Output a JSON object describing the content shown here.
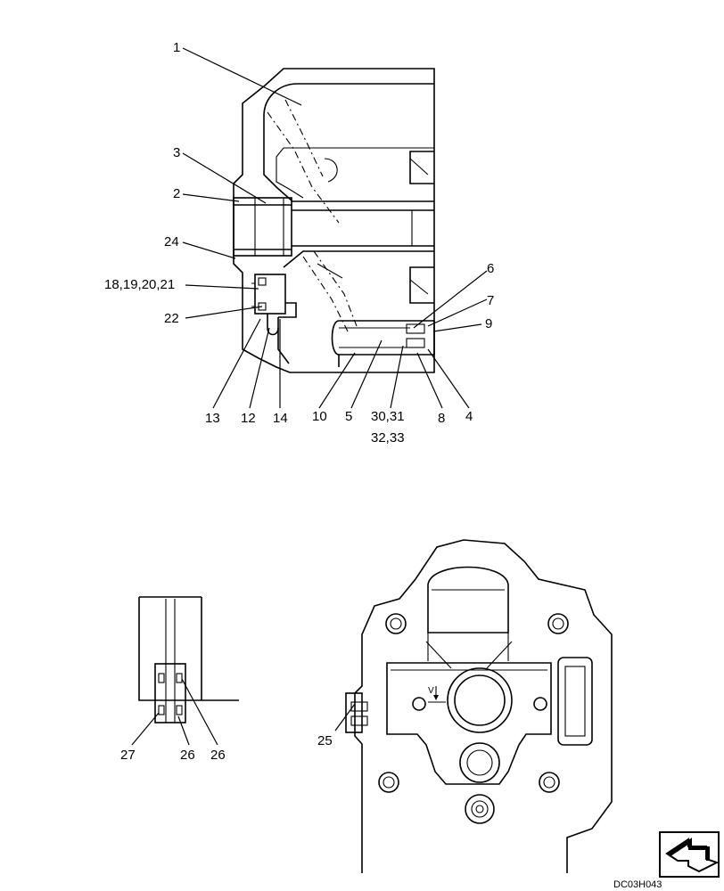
{
  "callouts": {
    "c1": "1",
    "c2": "2",
    "c3": "3",
    "c4": "4",
    "c5": "5",
    "c6": "6",
    "c7": "7",
    "c8": "8",
    "c9": "9",
    "c10": "10",
    "c12": "12",
    "c13": "13",
    "c14": "14",
    "c18": "18,19,20,21",
    "c22": "22",
    "c24": "24",
    "c25": "25",
    "c26a": "26",
    "c26b": "26",
    "c27": "27",
    "c30a": "30,31",
    "c30b": "32,33"
  },
  "view_marker": "V",
  "drawing_code": "DC03H043",
  "nav_icon": "next-page-arrow-icon"
}
